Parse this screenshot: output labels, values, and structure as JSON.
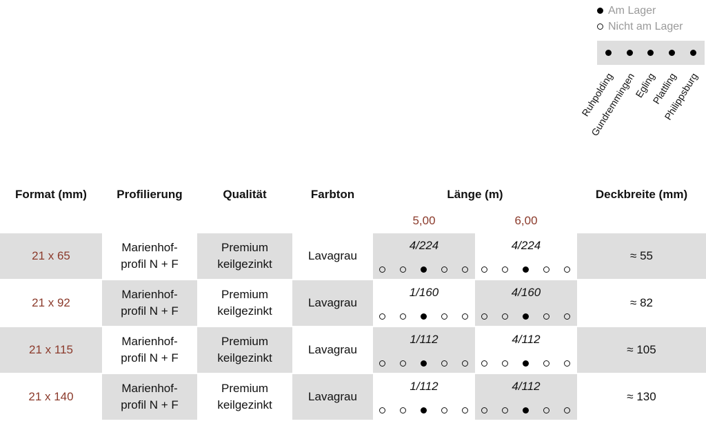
{
  "legend": {
    "in_stock": "Am Lager",
    "not_in_stock": "Nicht am Lager",
    "locations": [
      "Ruhpolding",
      "Gundremmingen",
      "Egling",
      "Plattling",
      "Philippsburg"
    ]
  },
  "table": {
    "headers": {
      "format": "Format (mm)",
      "profile": "Profilierung",
      "quality": "Qualität",
      "color": "Farbton",
      "length": "Länge (m)",
      "width": "Deckbreite (mm)"
    },
    "lengths": [
      "5,00",
      "6,00"
    ],
    "rows": [
      {
        "format": "21 x 65",
        "profile_line1": "Marienhof-",
        "profile_line2": "profil N + F",
        "quality_line1": "Premium",
        "quality_line2": "keilgezinkt",
        "color": "Lavagrau",
        "len1": "4/224",
        "len2": "4/224",
        "stock1": [
          false,
          false,
          true,
          false,
          false
        ],
        "stock2": [
          false,
          false,
          true,
          false,
          false
        ],
        "width": "≈ 55"
      },
      {
        "format": "21 x 92",
        "profile_line1": "Marienhof-",
        "profile_line2": "profil N + F",
        "quality_line1": "Premium",
        "quality_line2": "keilgezinkt",
        "color": "Lavagrau",
        "len1": "1/160",
        "len2": "4/160",
        "stock1": [
          false,
          false,
          true,
          false,
          false
        ],
        "stock2": [
          false,
          false,
          true,
          false,
          false
        ],
        "width": "≈ 82"
      },
      {
        "format": "21 x 115",
        "profile_line1": "Marienhof-",
        "profile_line2": "profil N + F",
        "quality_line1": "Premium",
        "quality_line2": "keilgezinkt",
        "color": "Lavagrau",
        "len1": "1/112",
        "len2": "4/112",
        "stock1": [
          false,
          false,
          true,
          false,
          false
        ],
        "stock2": [
          false,
          false,
          true,
          false,
          false
        ],
        "width": "≈ 105"
      },
      {
        "format": "21 x 140",
        "profile_line1": "Marienhof-",
        "profile_line2": "profil N + F",
        "quality_line1": "Premium",
        "quality_line2": "keilgezinkt",
        "color": "Lavagrau",
        "len1": "1/112",
        "len2": "4/112",
        "stock1": [
          false,
          false,
          true,
          false,
          false
        ],
        "stock2": [
          false,
          false,
          true,
          false,
          false
        ],
        "width": "≈ 130"
      }
    ]
  },
  "colors": {
    "accent": "#8b3a2b",
    "shade": "#dedede",
    "legend_text": "#9a9a9a"
  }
}
